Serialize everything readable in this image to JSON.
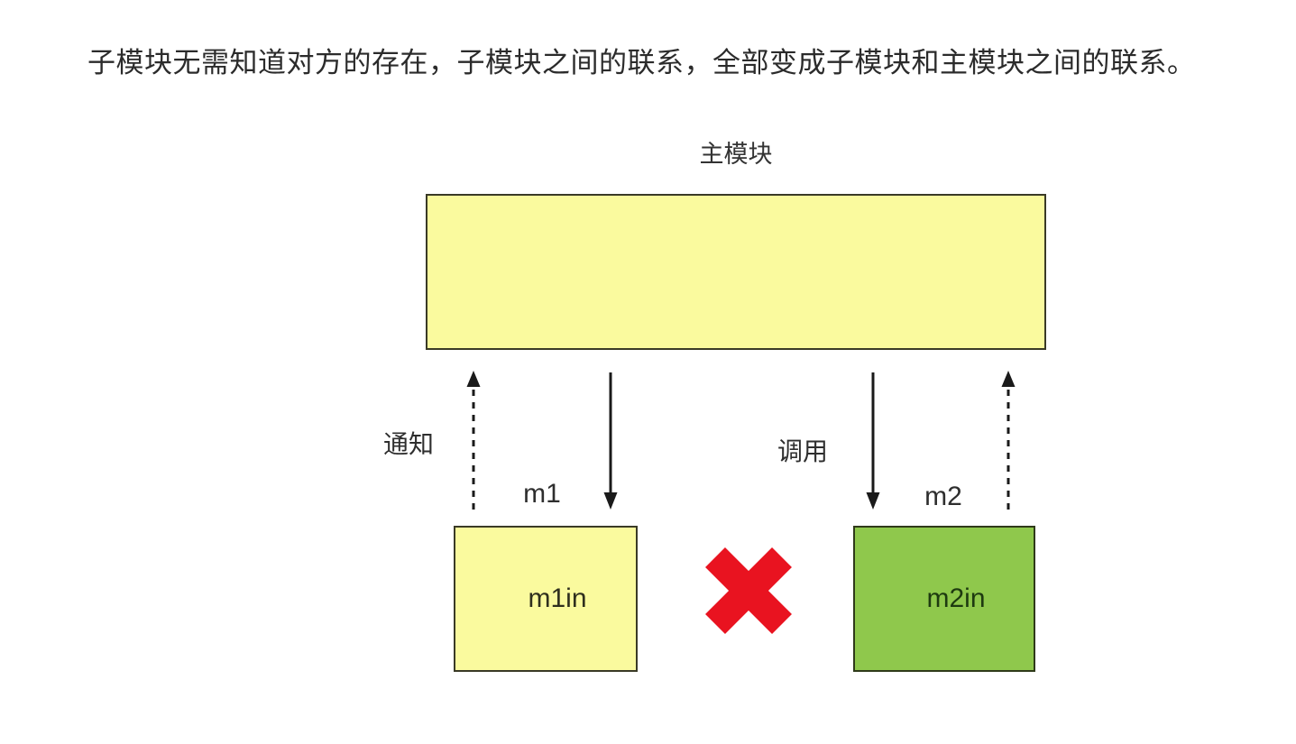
{
  "title": "子模块无需知道对方的存在，子模块之间的联系，全部变成子模块和主模块之间的联系。",
  "diagram": {
    "main_module": {
      "label": "主模块"
    },
    "left_arrow_label": "通知",
    "right_arrow_label": "调用",
    "m1": {
      "label": "m1",
      "inner": "m1in"
    },
    "m2": {
      "label": "m2",
      "inner": "m2in"
    },
    "colors": {
      "module_yellow": "#FAFA9E",
      "module_green": "#8FC84C",
      "box_border": "#3A3A26",
      "cross_red": "#E91320",
      "arrow_black": "#1A1A1A",
      "text": "#262626"
    }
  }
}
